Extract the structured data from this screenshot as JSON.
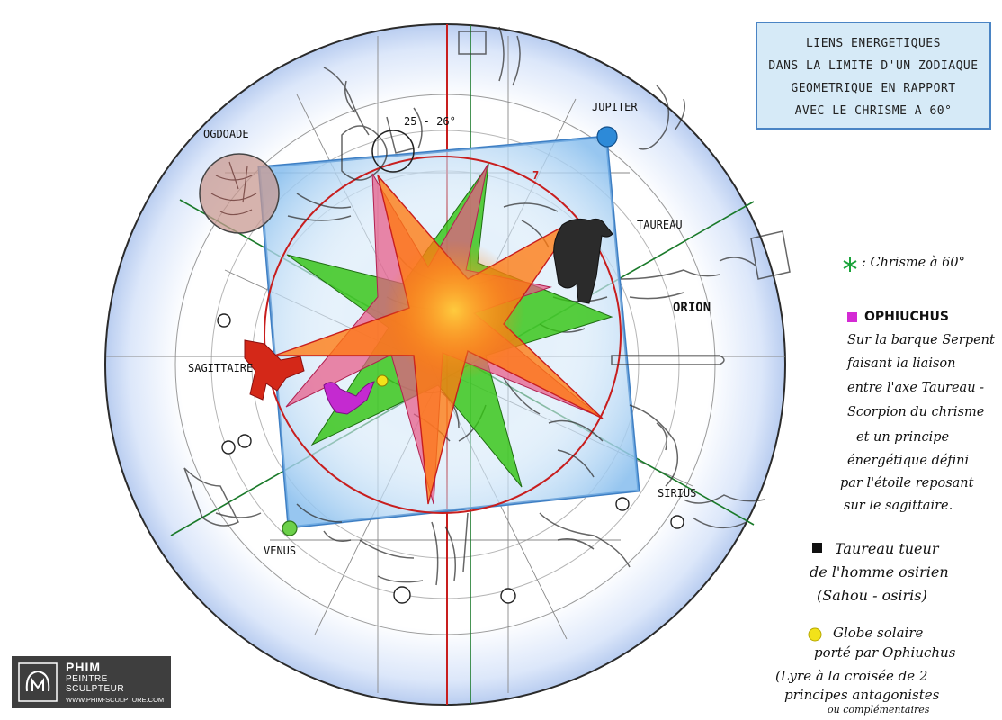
{
  "title": {
    "lines": [
      "LIENS ENERGETIQUES",
      "DANS LA LIMITE D'UN ZODIAQUE",
      "GEOMETRIQUE EN RAPPORT",
      "AVEC LE CHRISME A 60°"
    ]
  },
  "labels": {
    "ogdoade": "OGDOADE",
    "angle": "25 - 26°",
    "jupiter": "JUPITER",
    "seven": "7",
    "taureau": "TAUREAU",
    "orion": "ORION",
    "sagittaire": "SAGITTAIRE",
    "sirius": "SIRIUS",
    "venus": "VENUS"
  },
  "legend": {
    "chrisme": {
      "label": ": Chrisme à 60°",
      "color": "#1aa33a",
      "icon": "asterisk-icon"
    },
    "ophiuchus": {
      "title": "OPHIUCHUS",
      "color": "#d42ad4",
      "lines": [
        "Sur la barque Serpent",
        "faisant la liaison",
        "entre l'axe Taureau -",
        "Scorpion du chrisme",
        "et un principe",
        "énergétique défini",
        "par l'étoile reposant",
        "sur le sagittaire."
      ]
    },
    "taureau": {
      "color": "#111111",
      "lines": [
        "Taureau tueur",
        "de l'homme osirien",
        "(Sahou - osiris)"
      ]
    },
    "globe": {
      "color": "#f2e21a",
      "lines": [
        "Globe solaire",
        "porté par Ophiuchus",
        "(Lyre à la croisée de 2",
        "principes antagonistes",
        "ou complémentaires"
      ]
    }
  },
  "logo": {
    "name": "PHIM",
    "line2": "PEINTRE",
    "line3": "SCULPTEUR",
    "url": "WWW.PHIM-SCULPTURE.COM"
  },
  "colors": {
    "outer_circle": "#2b2b2b",
    "halo": "#cddcf6",
    "square_fill": "#8fc3ef",
    "square_stroke": "#3e7fc4",
    "red_circle": "#c81e1e",
    "green_star": "#34c414",
    "pink_star": "#e85a86",
    "orange_star": "#ff7a10",
    "jupiter": "#2d8ad8",
    "venus": "#6cd04a",
    "ogdoade": "#c89a92"
  }
}
